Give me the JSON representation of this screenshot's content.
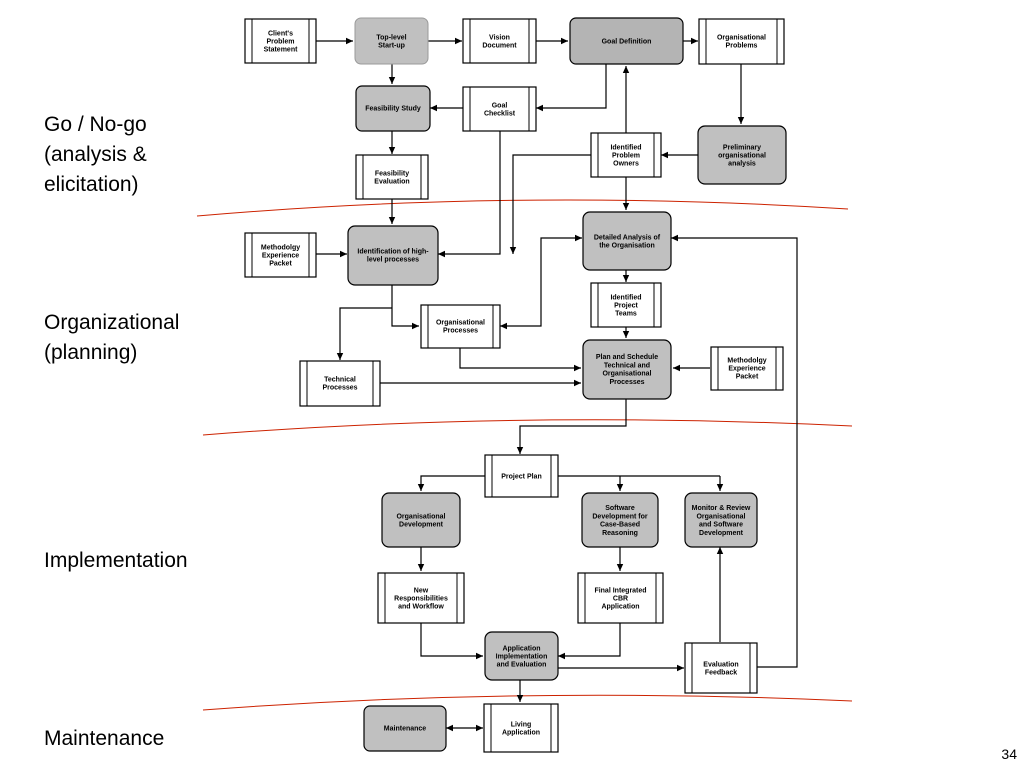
{
  "phases": [
    {
      "id": "go-no-go",
      "label": "Go / No-go\n(analysis &\nelicitation)"
    },
    {
      "id": "organizational",
      "label": "Organizational\n(planning)"
    },
    {
      "id": "implementation",
      "label": "Implementation"
    },
    {
      "id": "maintenance",
      "label": "Maintenance"
    }
  ],
  "page_number": "34",
  "colors": {
    "process_fill": "#c0c0c0",
    "document_fill": "#ffffff",
    "divider": "#cc2200",
    "line": "#000000"
  },
  "nodes": {
    "clients_problem_statement": {
      "kind": "document",
      "label": "Client's\nProblem\nStatement"
    },
    "top_level_startup": {
      "kind": "process",
      "label": "Top-level\nStart-up"
    },
    "vision_document": {
      "kind": "document",
      "label": "Vision\nDocument"
    },
    "goal_definition": {
      "kind": "process",
      "label": "Goal Definition"
    },
    "organisational_problems": {
      "kind": "document",
      "label": "Organisational\nProblems"
    },
    "feasibility_study": {
      "kind": "process",
      "label": "Feasibility Study"
    },
    "goal_checklist": {
      "kind": "document",
      "label": "Goal\nChecklist"
    },
    "identified_problem_owners": {
      "kind": "document",
      "label": "Identified\nProblem\nOwners"
    },
    "preliminary_analysis": {
      "kind": "process",
      "label": "Preliminary\norganisational\nanalysis"
    },
    "feasibility_evaluation": {
      "kind": "document",
      "label": "Feasibility\nEvaluation"
    },
    "methodology_packet_1": {
      "kind": "document",
      "label": "Methodolgy\nExperience\nPacket"
    },
    "identification_processes": {
      "kind": "process",
      "label": "Identification of high-\nlevel processes"
    },
    "detailed_analysis": {
      "kind": "process",
      "label": "Detailed Analysis of\nthe Organisation"
    },
    "identified_project_teams": {
      "kind": "document",
      "label": "Identified\nProject\nTeams"
    },
    "organisational_processes": {
      "kind": "document",
      "label": "Organisational\nProcesses"
    },
    "technical_processes": {
      "kind": "document",
      "label": "Technical\nProcesses"
    },
    "plan_and_schedule": {
      "kind": "process",
      "label": "Plan and Schedule\nTechnical and\nOrganisational\nProcesses"
    },
    "methodology_packet_2": {
      "kind": "document",
      "label": "Methodolgy\nExperience\nPacket"
    },
    "project_plan": {
      "kind": "document",
      "label": "Project Plan"
    },
    "organisational_development": {
      "kind": "process",
      "label": "Organisational\nDevelopment"
    },
    "software_development": {
      "kind": "process",
      "label": "Software\nDevelopment for\nCase-Based\nReasoning"
    },
    "monitor_review": {
      "kind": "process",
      "label": "Monitor & Review\nOrganisational\nand Software\nDevelopment"
    },
    "new_responsibilities": {
      "kind": "document",
      "label": "New\nResponsibilities\nand Workflow"
    },
    "final_integrated_cbr": {
      "kind": "document",
      "label": "Final Integrated\nCBR\nApplication"
    },
    "application_implementation": {
      "kind": "process",
      "label": "Application\nImplementation\nand Evaluation"
    },
    "evaluation_feedback": {
      "kind": "document",
      "label": "Evaluation\nFeedback"
    },
    "maintenance": {
      "kind": "process",
      "label": "Maintenance"
    },
    "living_application": {
      "kind": "document",
      "label": "Living\nApplication"
    }
  }
}
